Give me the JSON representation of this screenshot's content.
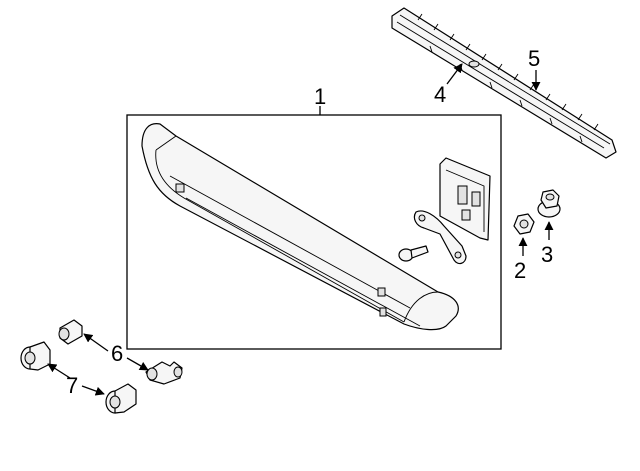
{
  "diagram": {
    "callouts": [
      {
        "id": "1",
        "text": "1"
      },
      {
        "id": "2",
        "text": "2"
      },
      {
        "id": "3",
        "text": "3"
      },
      {
        "id": "4",
        "text": "4"
      },
      {
        "id": "5",
        "text": "5"
      },
      {
        "id": "6",
        "text": "6"
      },
      {
        "id": "7",
        "text": "7"
      }
    ],
    "parts": [
      {
        "callout": "1",
        "icon": "bumper-assembly-icon"
      },
      {
        "callout": "2",
        "icon": "push-nut-icon"
      },
      {
        "callout": "3",
        "icon": "flange-nut-icon"
      },
      {
        "callout": "4",
        "icon": "step-pad-icon"
      },
      {
        "callout": "5",
        "icon": "retainer-clip-icon"
      },
      {
        "callout": "6",
        "icon": "elbow-sensor-connector-icon"
      },
      {
        "callout": "7",
        "icon": "parking-sensor-icon"
      }
    ]
  }
}
